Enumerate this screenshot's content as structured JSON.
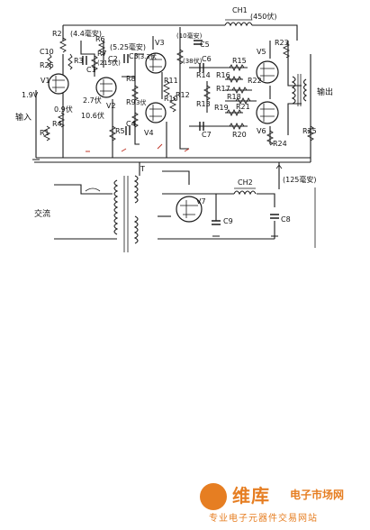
{
  "labels": {
    "r2": "R2",
    "r26": "R26",
    "r3": "R3",
    "c10": "C10",
    "c1": "C1",
    "v1": "V1",
    "v1_bias": "1.9V",
    "input": "输入",
    "r4": "R4",
    "r1": "R1",
    "bias_v1": "0.9伏",
    "top_current": "(4.4毫安)",
    "r6": "R6",
    "r7": "R7",
    "v2": "V2",
    "bias_v2": "2.7伏",
    "bias_v2b": "10.6伏",
    "r5": "R5",
    "c2": "C2",
    "v2_mark": "(215伏)",
    "mid_current": "(5.25毫安)",
    "c3": "C3",
    "c3_v": "(3.3伏",
    "r8": "R8",
    "r9": "R9",
    "r9_v": "3伏",
    "c4": "C4",
    "v3": "V3",
    "v4": "V4",
    "r11": "R11",
    "r10": "R10",
    "r12": "R12",
    "v3_mark": "(10毫安)",
    "v3_38": "(38伏)",
    "c5": "C5",
    "ch1": "CH1",
    "ch1_v": "(450伏)",
    "c6": "C6",
    "c7": "C7",
    "r14": "R14",
    "r13": "R13",
    "r15": "R15",
    "r16": "R16",
    "r17": "R17",
    "r18": "R18",
    "r19": "R19",
    "r20": "R20",
    "r21": "R21",
    "r22": "R22",
    "v5": "V5",
    "v6": "V6",
    "r23": "R23",
    "r24": "R24",
    "r25": "R25",
    "output": "输出",
    "hv_current": "(125毫安)",
    "ac": "交流",
    "v7": "V7",
    "ch2": "CH2",
    "c8": "C8",
    "c9": "C9",
    "t": "T"
  },
  "watermark": {
    "brand": "维库",
    "brand_sub": "电子市场网",
    "tagline": "专业电子元器件交易网站"
  },
  "colors": {
    "ink": "#1a1a1a",
    "accent": "#e67e22",
    "red": "#c0392b"
  }
}
